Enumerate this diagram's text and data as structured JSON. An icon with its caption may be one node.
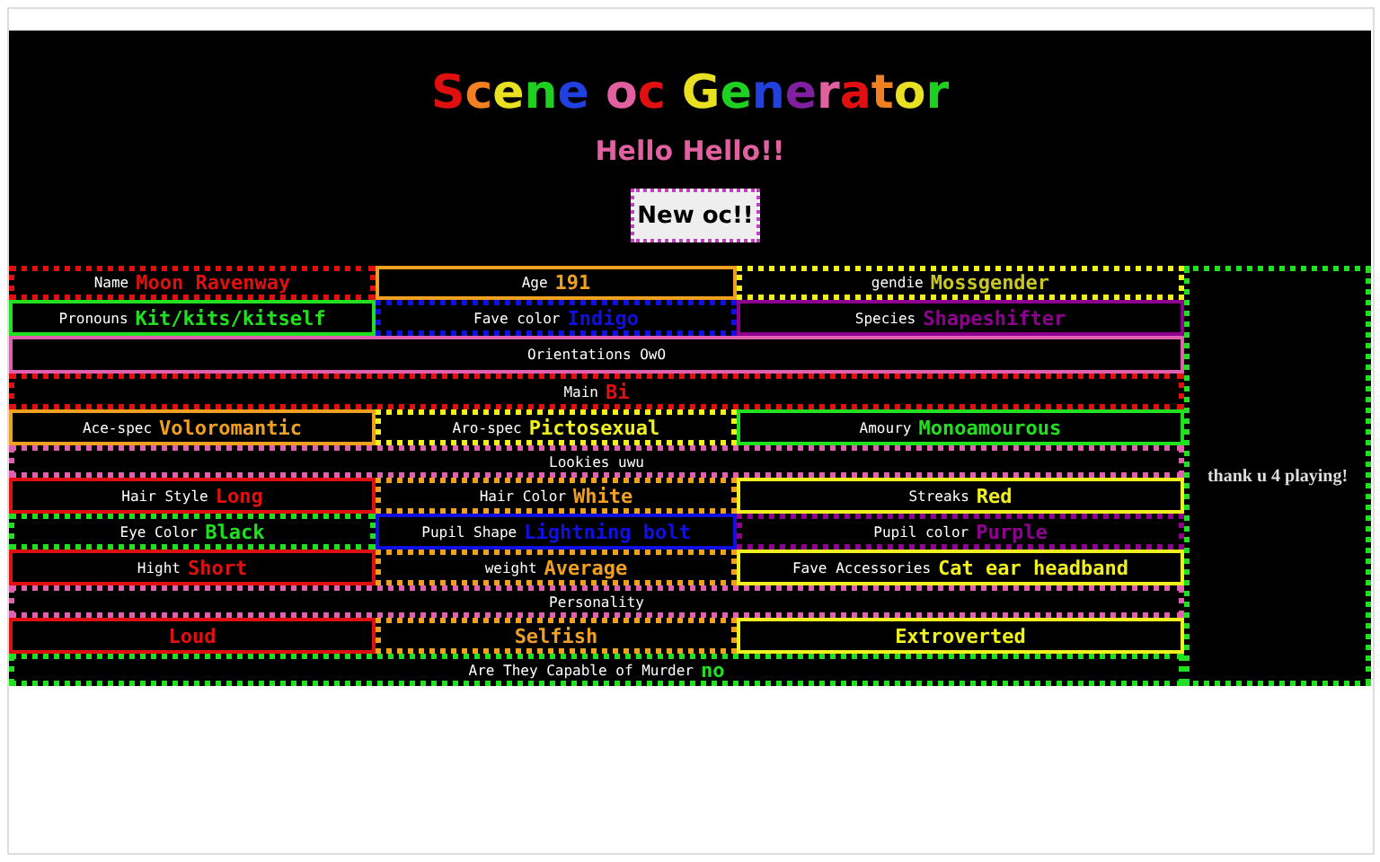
{
  "diagram": {
    "title": "Scene oc Generator",
    "nodes": [
      {
        "text": [
          "Name",
          "Moon Ravenway"
        ]
      },
      {
        "text": [
          "Age",
          "191"
        ]
      },
      {
        "text": [
          "gendie",
          "Mossgender"
        ]
      },
      {
        "text": [
          "Pronouns",
          "Kit/kits/kitself"
        ]
      },
      {
        "text": [
          "Fave color",
          "Indigo"
        ]
      },
      {
        "text": [
          "Species",
          "Shapeshifter"
        ]
      },
      {
        "text": [
          "Orientations OwO"
        ]
      },
      {
        "text": [
          "Main",
          "Bi"
        ]
      },
      {
        "text": [
          "Ace-spec",
          "Voloromantic"
        ]
      },
      {
        "text": [
          "Aro-spec",
          "Pictosexual"
        ]
      },
      {
        "text": [
          "Amoury",
          "Monoamourous"
        ]
      },
      {
        "text": [
          "Lookies uwu"
        ]
      },
      {
        "text": [
          "Hair Style",
          "Long"
        ]
      },
      {
        "text": [
          "Hair Color",
          "White"
        ]
      },
      {
        "text": [
          "Streaks",
          "Red"
        ]
      },
      {
        "text": [
          "Eye Color",
          "Black"
        ]
      },
      {
        "text": [
          "Pupil Shape",
          "Lightning bolt"
        ]
      },
      {
        "text": [
          "Pupil color",
          "Purple"
        ]
      },
      {
        "text": [
          "Hight",
          "Short"
        ]
      },
      {
        "text": [
          "weight",
          "Average"
        ]
      },
      {
        "text": [
          "Fave Accessories",
          "Cat ear headband"
        ]
      },
      {
        "text": [
          "Personality"
        ]
      },
      {
        "text": [
          "Loud"
        ]
      },
      {
        "text": [
          "Selfish"
        ]
      },
      {
        "text": [
          "Extroverted"
        ]
      },
      {
        "text": [
          "Are They Capable of Murder",
          "no"
        ]
      },
      {
        "text": [
          "thank u 4 playing!"
        ]
      }
    ],
    "labels": [
      "Hello Hello!!",
      "New oc!!"
    ]
  }
}
